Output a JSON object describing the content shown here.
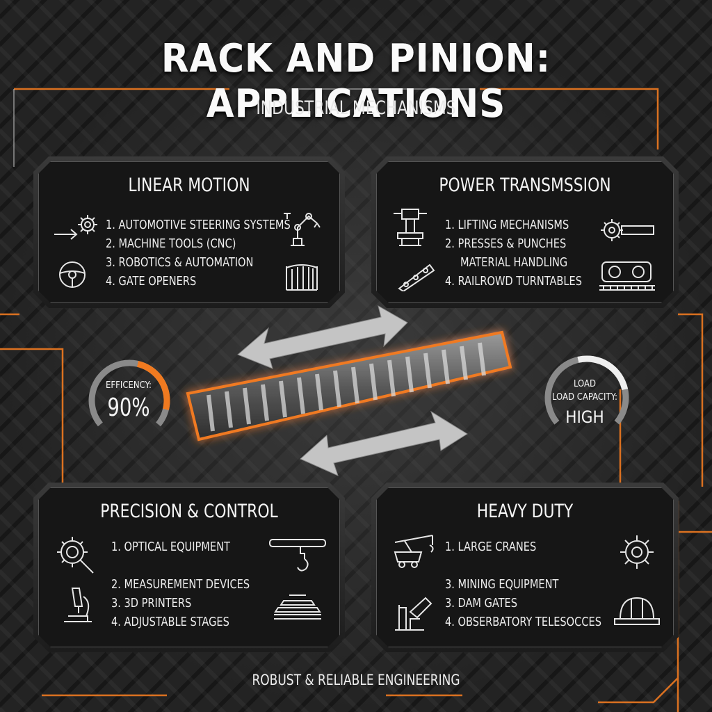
{
  "title": "RACK AND PINION: APPLICATIONS",
  "subtitle": "INDUSTRIAL MECHANISMS",
  "accent_color": "#f07a20",
  "panels": {
    "linear_motion": {
      "title": "LINEAR MOTION",
      "items": [
        "1. AUTOMOTIVE STEERING SYSTEMS",
        "2. MACHINE TOOLS (CNC)",
        "3. ROBOTICS & AUTOMATION",
        "4. GATE OPENERS"
      ],
      "icons": [
        "gear-arrow-icon",
        "robot-arm-icon",
        "steering-wheel-icon",
        "gate-icon"
      ]
    },
    "power_transmission": {
      "title": "POWER TRANSMSSION",
      "items": [
        "1. LIFTING MECHANISMS",
        "2. PRESSES & PUNCHES",
        "MATERIAL HANDLING",
        "4. RAILROWD TURNTABLES"
      ],
      "icons": [
        "press-icon",
        "gear-rack-icon",
        "chain-link-icon",
        "rail-car-icon"
      ]
    },
    "precision_control": {
      "title": "PRECISION & CONTROL",
      "items": [
        "1. OPTICAL EQUIPMENT",
        "2. MEASUREMENT DEVICES",
        "3. 3D PRINTERS",
        "4. ADJUSTABLE STAGES"
      ],
      "icons": [
        "gear-magnifier-icon",
        "crane-hook-icon",
        "microscope-icon",
        "stage-icon"
      ]
    },
    "heavy_duty": {
      "title": "HEAVY DUTY",
      "items": [
        "1. LARGE CRANES",
        "3. MINING EQUIPMENT",
        "3. DAM GATES",
        "4. OBSERBATORY TELESOCCES"
      ],
      "icons": [
        "crane-icon",
        "gear-icon",
        "telescope-icon",
        "hard-hat-icon"
      ]
    }
  },
  "gauges": {
    "efficiency": {
      "label": "EFFICENCY:",
      "value": "90%",
      "fraction": 0.9
    },
    "load": {
      "label_top": "LOAD",
      "label": "LOAD CAPACITY:",
      "value": "HIGH",
      "fraction": 0.8
    }
  },
  "footer": "ROBUST & RELIABLE ENGINEERING"
}
